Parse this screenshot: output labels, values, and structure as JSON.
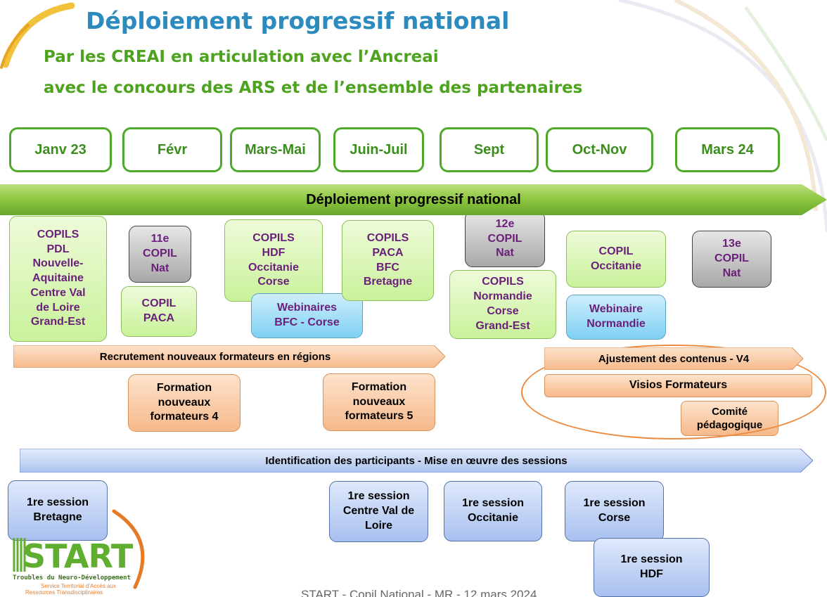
{
  "header": {
    "title": "Déploiement progressif national",
    "subtitle_1": "Par les CREAI en articulation avec l’Ancreai",
    "subtitle_2": "avec le concours des ARS et de l’ensemble des partenaires"
  },
  "months": [
    "Janv 23",
    "Févr",
    "Mars-Mai",
    "Juin-Juil",
    "Sept",
    "Oct-Nov",
    "Mars 24"
  ],
  "bars": {
    "national": "Déploiement progressif national",
    "recruitment": "Recrutement nouveaux formateurs en régions",
    "adjustment": "Ajustement des contenus  - V4",
    "identification": "Identification des participants  - Mise en œuvre des sessions"
  },
  "copils": {
    "pdl": "COPILS\nPDL\nNouvelle-\nAquitaine\nCentre Val\nde Loire\nGrand-Est",
    "nat11": "11e\nCOPIL\nNat",
    "paca": "COPIL\nPACA",
    "hdf": "COPILS\nHDF\nOccitanie\nCorse",
    "paca_bfc": "COPILS\nPACA\nBFC\nBretagne",
    "nat12": "12e\nCOPIL\nNat",
    "normandie": "COPILS\nNormandie\nCorse\nGrand-Est",
    "occitanie": "COPIL\nOccitanie",
    "nat13": "13e\nCOPIL\nNat"
  },
  "webinars": {
    "bfc_corse": "Webinaires\nBFC  - Corse",
    "normandie": "Webinaire\nNormandie"
  },
  "trainings": {
    "f4": "Formation\nnouveaux\nformateurs 4",
    "f5": "Formation\nnouveaux\nformateurs 5",
    "visios": "Visios Formateurs",
    "comite": "Comité\npédagogique"
  },
  "sessions": {
    "bretagne": "1re session\nBretagne",
    "cvl": "1re session\nCentre Val de\nLoire",
    "occitanie": "1re session\nOccitanie",
    "corse": "1re session\nCorse",
    "hdf": "1re session\nHDF"
  },
  "logo": {
    "name": "START",
    "line1": "Troubles du Neuro-Développement",
    "line2": "Service Territorial d’Accès aux",
    "line3": "Ressources Transdisciplinaires"
  },
  "footer": "START - Copil National - MR - 12 mars 2024",
  "colors": {
    "title": "#2b8bbf",
    "subtitle": "#4da31e",
    "month_border": "#4faa2a",
    "copil_text": "#6a1f7a",
    "ellipse": "#ec8a3f"
  }
}
